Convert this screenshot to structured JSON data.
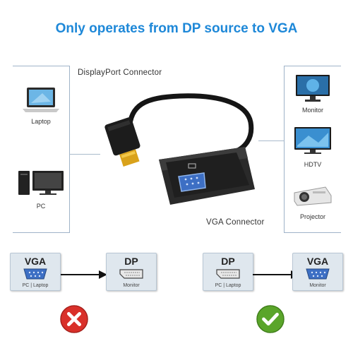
{
  "title": "Only operates from DP source to VGA",
  "dp_connector_label": "DisplayPort Connector",
  "vga_connector_label": "VGA Connector",
  "left_devices": [
    {
      "label": "Laptop",
      "icon": "laptop-icon"
    },
    {
      "label": "PC",
      "icon": "desktop-pc-icon"
    }
  ],
  "right_devices": [
    {
      "label": "Monitor",
      "icon": "monitor-icon"
    },
    {
      "label": "HDTV",
      "icon": "hdtv-icon"
    },
    {
      "label": "Projector",
      "icon": "projector-icon"
    }
  ],
  "wrong_flow": {
    "source": {
      "title": "VGA",
      "sub": "PC | Laptop"
    },
    "target": {
      "title": "DP",
      "sub": "Monitor"
    },
    "status_icon": "cross-icon",
    "status_color": "#d9302a"
  },
  "right_flow": {
    "source": {
      "title": "DP",
      "sub": "PC | Laptop"
    },
    "target": {
      "title": "VGA",
      "sub": "Monitor"
    },
    "status_icon": "check-icon",
    "status_color": "#5aa52a"
  },
  "colors": {
    "accent": "#1e88d8",
    "frame": "#9fb3c8"
  }
}
